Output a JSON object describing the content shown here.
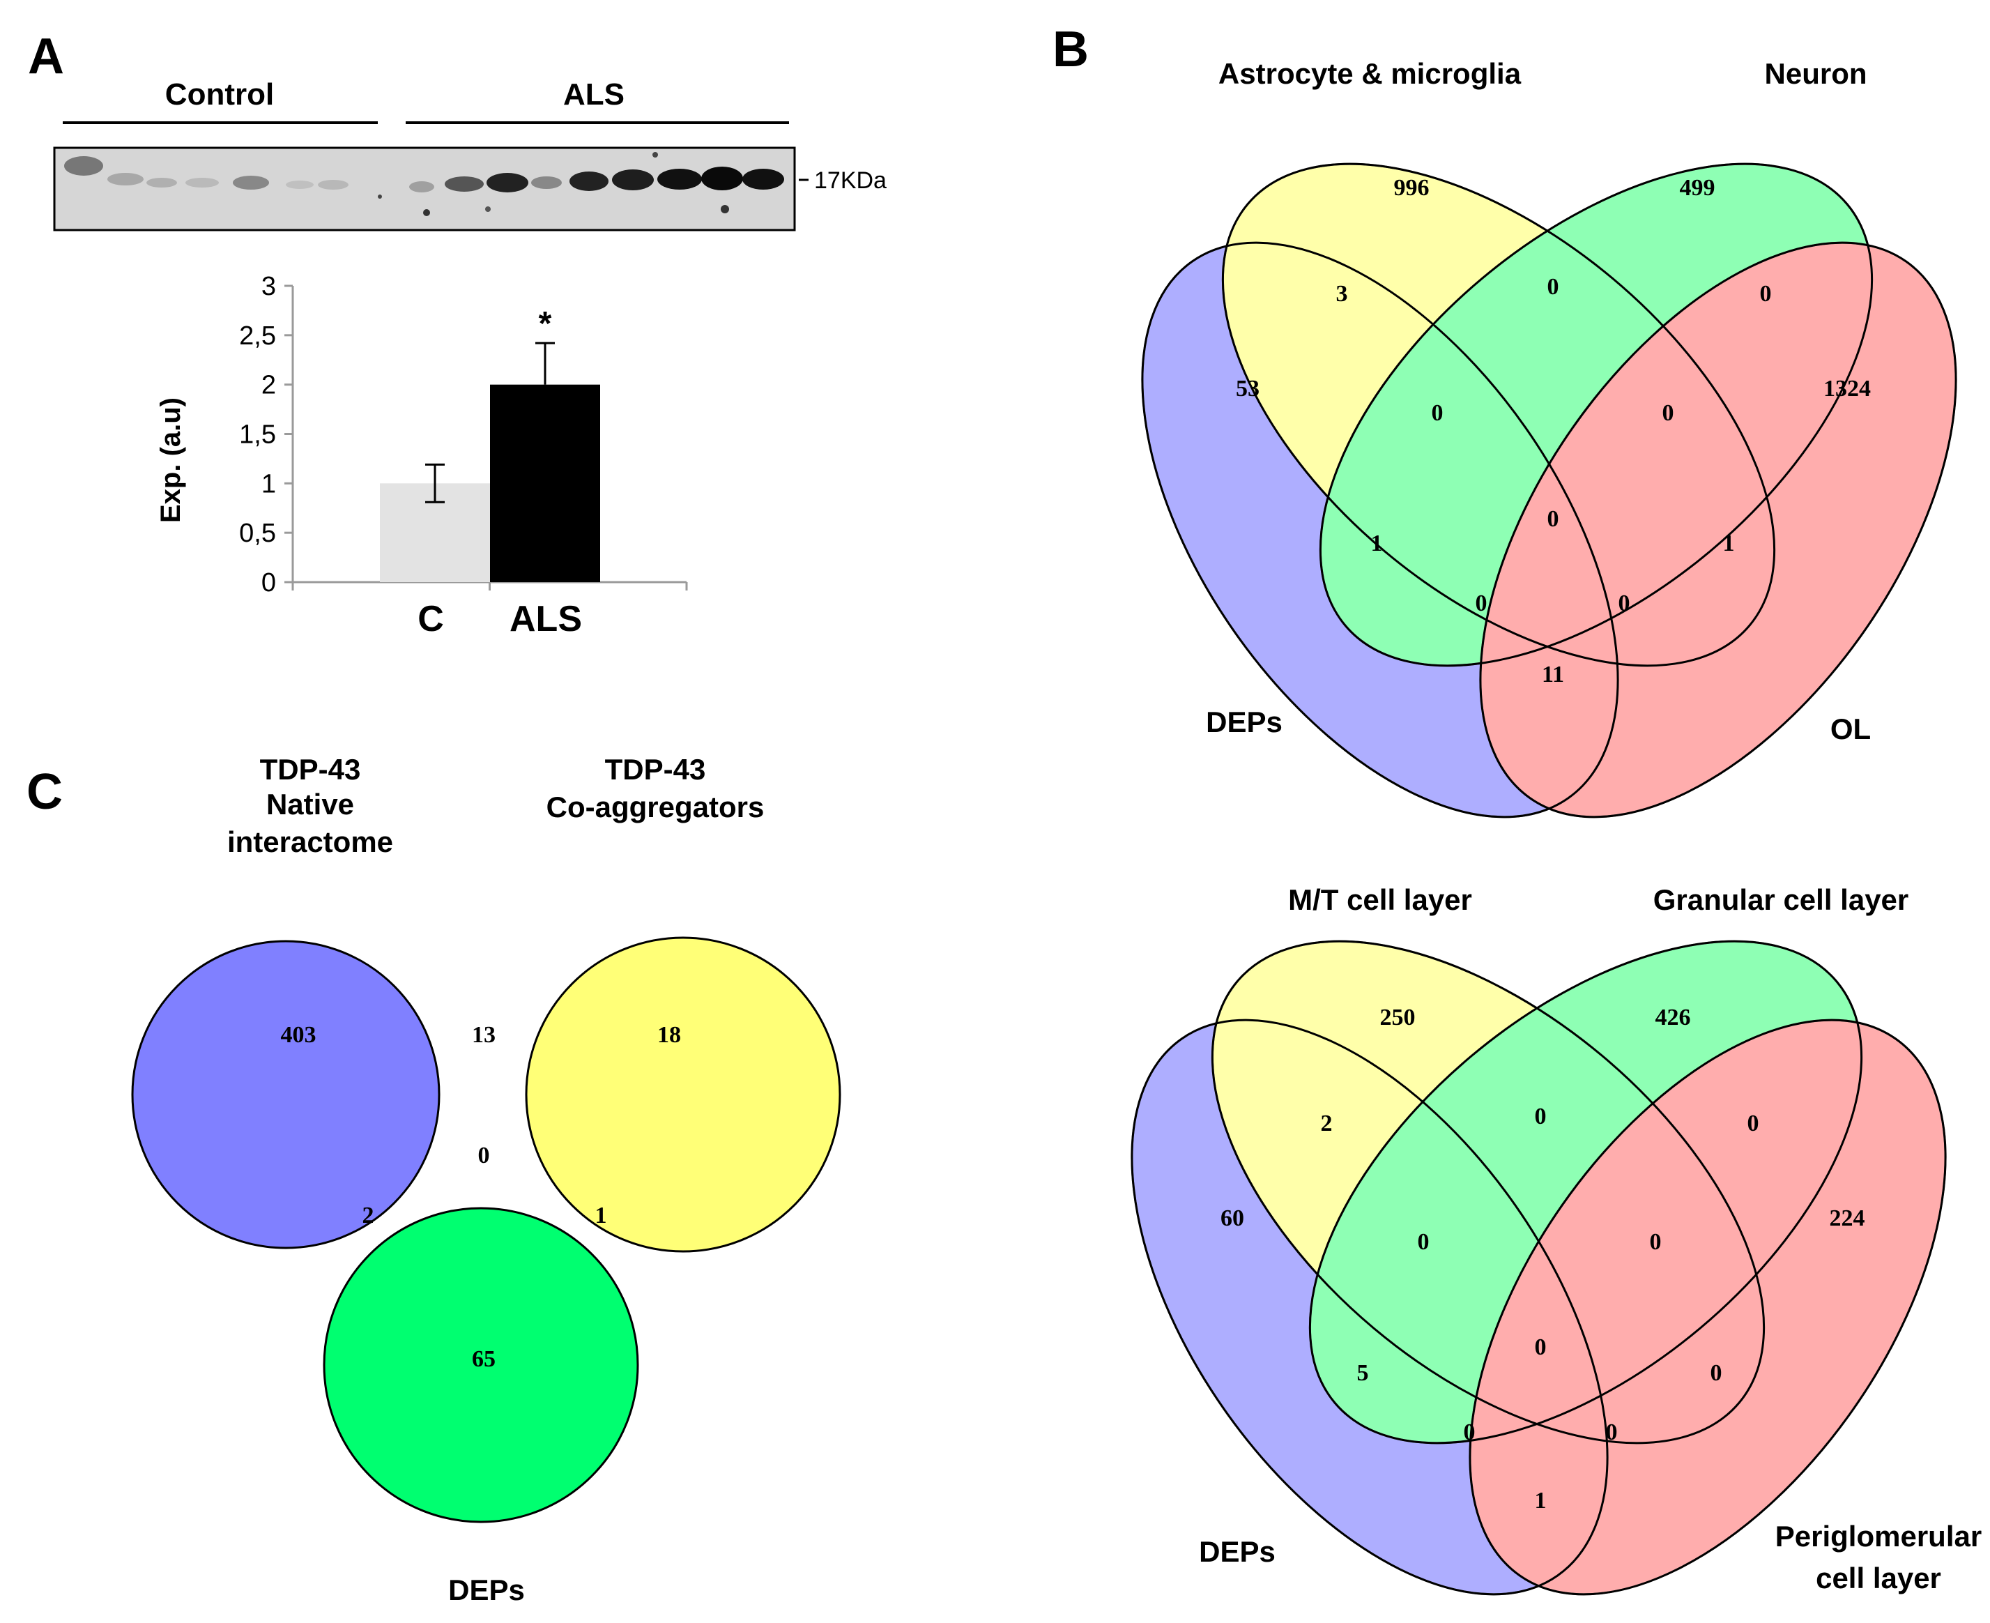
{
  "panel_a": {
    "letter": "A",
    "blot": {
      "group_labels": [
        "Control",
        "ALS"
      ],
      "marker_label": "17KDa"
    },
    "chart_data": {
      "type": "bar",
      "categories": [
        "C",
        "ALS"
      ],
      "values": [
        1.0,
        2.0
      ],
      "errors": [
        0.19,
        0.42
      ],
      "colors": [
        "#e3e3e3",
        "#000000"
      ],
      "significance": [
        "",
        "*"
      ],
      "ylabel": "Exp. (a.u)",
      "ylim": [
        0,
        3
      ],
      "yticks": [
        "0",
        "0,5",
        "1",
        "1,5",
        "2",
        "2,5",
        "3"
      ],
      "ytick_values": [
        0,
        0.5,
        1,
        1.5,
        2,
        2.5,
        3
      ],
      "grid": false
    }
  },
  "panel_b": {
    "letter": "B",
    "top": {
      "sets": [
        "DEPs",
        "Astrocyte & microglia",
        "Neuron",
        "OL"
      ],
      "counts": {
        "deps_only": "53",
        "set2_only": "996",
        "set3_only": "499",
        "set4_only": "1324",
        "deps_set2": "3",
        "set2_set3": "0",
        "set3_set4": "0",
        "deps_set2_set3": "0",
        "set2_set3_set4": "0",
        "all": "0",
        "deps_set3": "1",
        "set2_set4": "1",
        "deps_set3_set4": "0",
        "deps_set2_set4": "0",
        "deps_set4": "11"
      }
    },
    "bottom": {
      "sets": [
        "DEPs",
        "M/T cell layer",
        "Granular cell layer",
        "Periglomerular",
        "cell layer"
      ],
      "counts": {
        "deps_only": "60",
        "set2_only": "250",
        "set3_only": "426",
        "set4_only": "224",
        "deps_set2": "2",
        "set2_set3": "0",
        "set3_set4": "0",
        "deps_set2_set3": "0",
        "set2_set3_set4": "0",
        "all": "0",
        "deps_set3": "5",
        "set2_set4": "0",
        "deps_set3_set4": "0",
        "deps_set2_set4": "0",
        "deps_set4": "1"
      }
    },
    "colors": {
      "deps": "#6d6dff",
      "set2": "#ffff66",
      "set3": "#33ff77",
      "set4": "#ff6b6b"
    }
  },
  "panel_c": {
    "letter": "C",
    "sets": {
      "native_line1": "TDP-43",
      "native_line2": "Native",
      "native_line3": "interactome",
      "coagg_line1": "TDP-43",
      "coagg_line2": "Co-aggregators",
      "deps": "DEPs"
    },
    "counts": {
      "native_only": "403",
      "native_coagg": "13",
      "coagg_only": "18",
      "all": "0",
      "native_deps": "2",
      "coagg_deps": "1",
      "deps_only": "65"
    },
    "colors": {
      "native": "#8080ff",
      "coagg": "#ffff77",
      "deps": "#00ff70"
    }
  }
}
